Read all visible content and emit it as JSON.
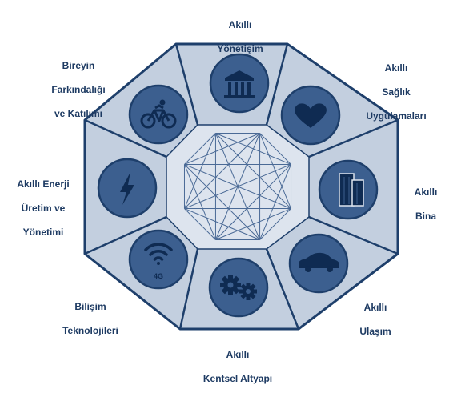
{
  "colors": {
    "frame": "#1e3f6b",
    "panel": "#c3cfdf",
    "inner": "#dde4ee",
    "circle": "#3c5f8f",
    "icon": "#0f2b52",
    "web": "#4a6a96",
    "label": "#1d3a62"
  },
  "segments": [
    {
      "key": "yonetisim",
      "label_lines": [
        "Akıllı",
        "Yönetişim"
      ],
      "icon": "government-building-icon"
    },
    {
      "key": "saglik",
      "label_lines": [
        "Akıllı",
        "Sağlık",
        "Uygulamaları"
      ],
      "icon": "heart-icon"
    },
    {
      "key": "bina",
      "label_lines": [
        "Akıllı",
        "Bina"
      ],
      "icon": "building-icon"
    },
    {
      "key": "ulasim",
      "label_lines": [
        "Akıllı",
        "Ulaşım"
      ],
      "icon": "car-icon"
    },
    {
      "key": "altyapi",
      "label_lines": [
        "Akıllı",
        "Kentsel Altyapı"
      ],
      "icon": "gears-icon"
    },
    {
      "key": "bilisim",
      "label_lines": [
        "Bilişim",
        "Teknolojileri"
      ],
      "icon": "wifi-4g-icon",
      "icon_text": "4G"
    },
    {
      "key": "enerji",
      "label_lines": [
        "Akıllı Enerji",
        "Üretim ve",
        "Yönetimi"
      ],
      "icon": "lightning-icon"
    },
    {
      "key": "farkindalik",
      "label_lines": [
        "Bireyin",
        "Farkındalığı",
        "ve Katılımı"
      ],
      "icon": "bicycle-icon"
    }
  ]
}
